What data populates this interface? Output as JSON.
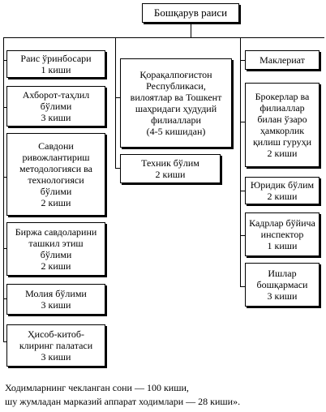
{
  "head": {
    "title": "Бошқарув раиси"
  },
  "left": [
    {
      "id": "deputy",
      "lines": [
        "Раис ўринбосари",
        "1 киши"
      ]
    },
    {
      "id": "info",
      "lines": [
        "Ахборот-таҳлил",
        "бўлими",
        "3 киши"
      ]
    },
    {
      "id": "method",
      "lines": [
        "Савдони",
        "ривожлантириш",
        "методологияси ва",
        "технологияси",
        "бўлими",
        "2 киши"
      ]
    },
    {
      "id": "exchange",
      "lines": [
        "Биржа савдоларини",
        "ташкил этиш",
        "бўлими",
        "2 киши"
      ]
    },
    {
      "id": "finance",
      "lines": [
        "Молия бўлими",
        "3 киши"
      ]
    },
    {
      "id": "clearing",
      "lines": [
        "Ҳисоб-китоб-",
        "клиринг палатаси",
        "3 киши"
      ]
    }
  ],
  "center": [
    {
      "id": "branches",
      "lines": [
        "Қорақалпоғистон",
        "Республикаси,",
        "вилоятлар ва Тошкент",
        "шаҳридаги ҳудудий",
        "филиаллари",
        "(4-5 кишидан)"
      ]
    },
    {
      "id": "tech",
      "lines": [
        "Техник бўлим",
        "2 киши"
      ]
    }
  ],
  "right": [
    {
      "id": "broker-firm",
      "lines": [
        "Маклериат"
      ]
    },
    {
      "id": "brokers-group",
      "lines": [
        "Брокерлар ва",
        "филиаллар",
        "билан ўзаро",
        "ҳамкорлик",
        "қилиш гуруҳи",
        "2 киши"
      ]
    },
    {
      "id": "legal",
      "lines": [
        "Юридик бўлим",
        "2 киши"
      ]
    },
    {
      "id": "hr",
      "lines": [
        "Кадрлар бўйича",
        "инспектор",
        "1 киши"
      ]
    },
    {
      "id": "admin",
      "lines": [
        "Ишлар",
        "бошқармаси",
        "3 киши"
      ]
    }
  ],
  "footer": {
    "line1": "Ходимларнинг чекланган сони — 100 киши,",
    "line2": "шу жумладан марказий аппарат ходимлари — 28 киши»."
  }
}
